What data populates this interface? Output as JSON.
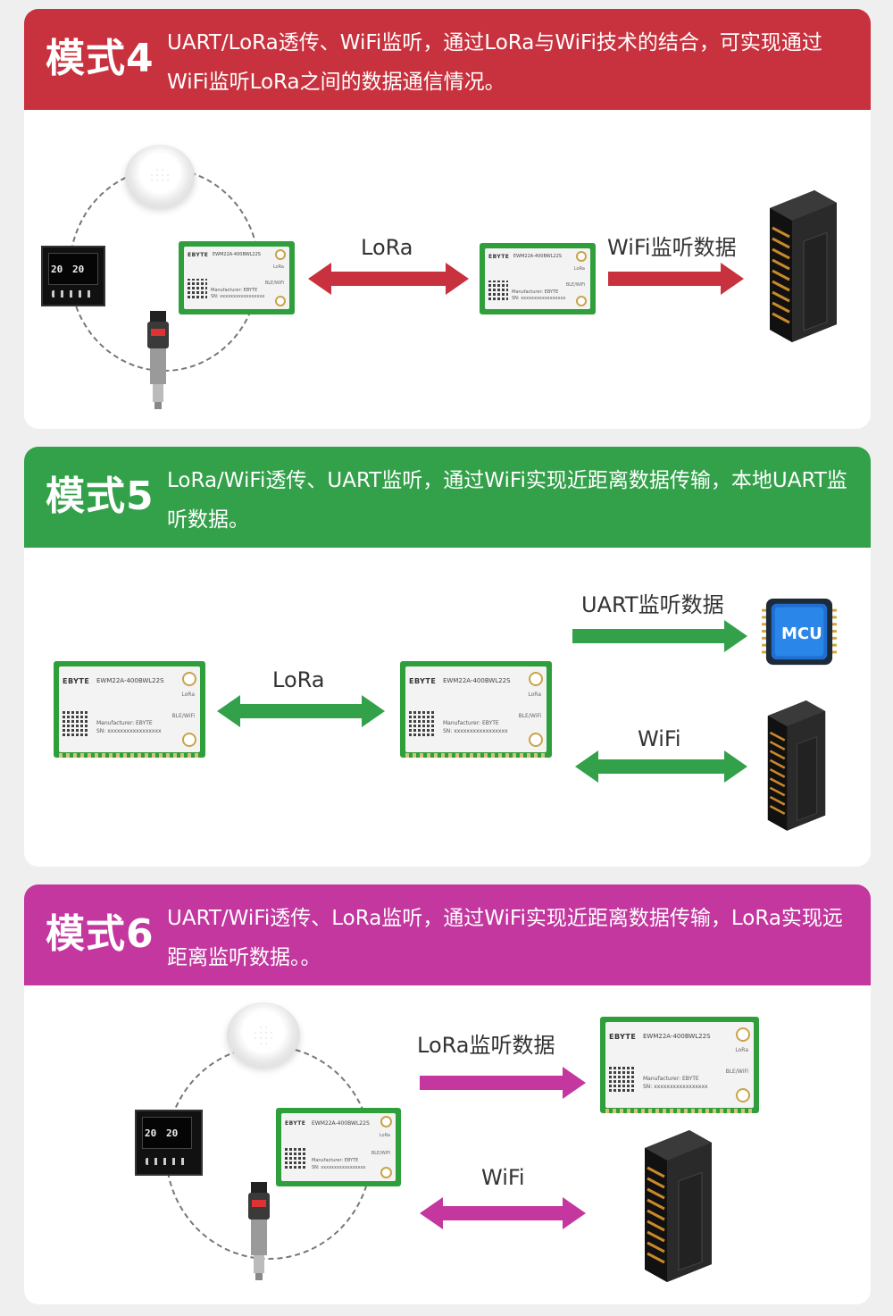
{
  "colors": {
    "mode4": "#c8323e",
    "mode5": "#33a04a",
    "mode6": "#c3379f"
  },
  "module": {
    "brand": "EBYTE",
    "model": "EWM22A-400BWL22S",
    "manufacturer": "Manufacturer: EBYTE",
    "sn": "SN: xxxxxxxxxxxxxxxxx",
    "lora_tag": "LoRa",
    "ble_tag": "BLE/WiFi"
  },
  "thermostat": {
    "t1": "20",
    "t2": "20"
  },
  "mode4": {
    "title": "模式4",
    "desc": "UART/LoRa透传、WiFi监听，通过LoRa与WiFi技术的结合，可实现通过WiFi监听LoRa之间的数据通信情况。",
    "label_lora": "LoRa",
    "label_wifi_listen": "WiFi监听数据"
  },
  "mode5": {
    "title": "模式5",
    "desc": "LoRa/WiFi透传、UART监听，通过WiFi实现近距离数据传输，本地UART监听数据。",
    "label_lora": "LoRa",
    "label_uart_listen": "UART监听数据",
    "label_wifi": "WiFi",
    "mcu_label": "MCU"
  },
  "mode6": {
    "title": "模式6",
    "desc": "UART/WiFi透传、LoRa监听，通过WiFi实现近距离数据传输，LoRa实现远距离监听数据。。",
    "label_lora_listen": "LoRa监听数据",
    "label_wifi": "WiFi"
  }
}
